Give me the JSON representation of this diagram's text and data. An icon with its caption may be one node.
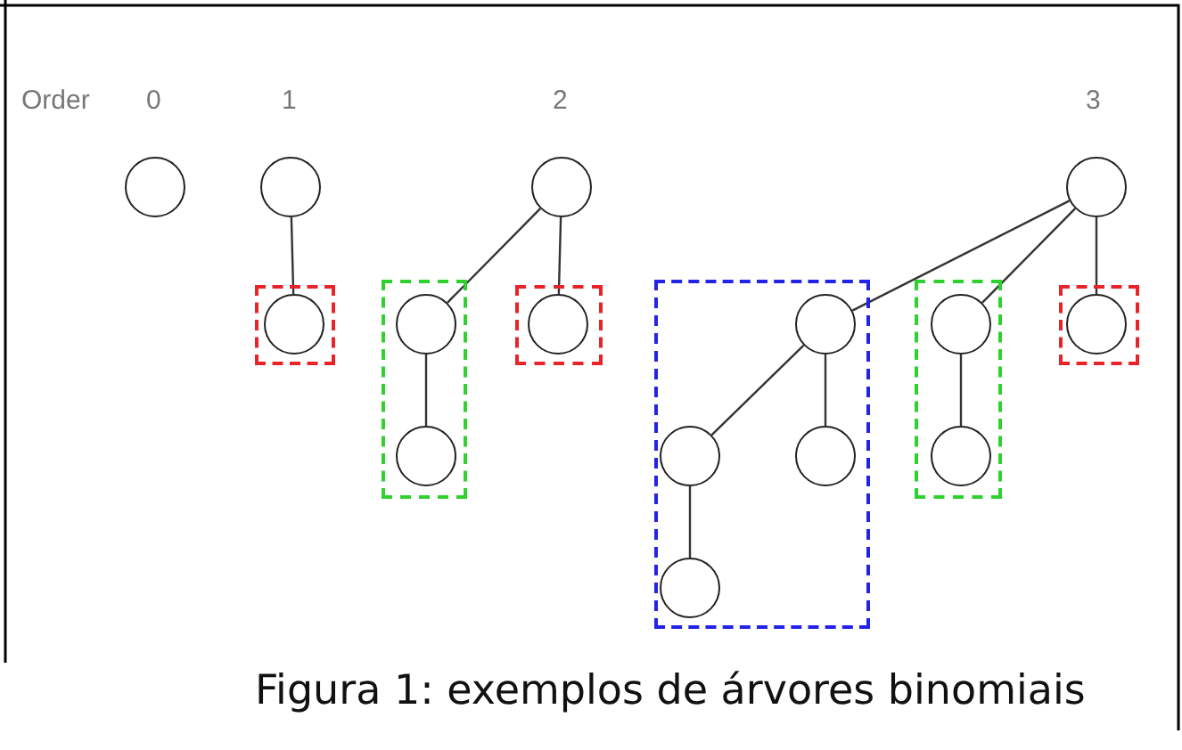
{
  "diagram": {
    "caption": "Figura 1: exemplos de árvores binomiais",
    "nodes": [
      {
        "text": [],
        "shape": "circle"
      },
      {
        "text": [],
        "shape": "circle"
      },
      {
        "text": [],
        "shape": "box"
      },
      {
        "text": [],
        "shape": "circle",
        "in": 2
      },
      {
        "text": [],
        "shape": "circle"
      },
      {
        "text": [],
        "shape": "box"
      },
      {
        "text": [],
        "shape": "circle",
        "in": 5
      },
      {
        "text": [],
        "shape": "circle",
        "in": 5
      },
      {
        "text": [],
        "shape": "box"
      },
      {
        "text": [],
        "shape": "circle",
        "in": 8
      },
      {
        "text": [],
        "shape": "circle"
      },
      {
        "text": [],
        "shape": "box"
      },
      {
        "text": [],
        "shape": "circle",
        "in": 11
      },
      {
        "text": [],
        "shape": "circle",
        "in": 11
      },
      {
        "text": [],
        "shape": "circle",
        "in": 11
      },
      {
        "text": [],
        "shape": "circle",
        "in": 11
      },
      {
        "text": [],
        "shape": "box"
      },
      {
        "text": [],
        "shape": "circle",
        "in": 16
      },
      {
        "text": [],
        "shape": "circle",
        "in": 16
      },
      {
        "text": [],
        "shape": "box"
      },
      {
        "text": [],
        "shape": "circle",
        "in": 19
      }
    ],
    "edges": [
      {
        "from": 1,
        "to": 3,
        "arrow": "none"
      },
      {
        "from": 4,
        "to": 6,
        "arrow": "none"
      },
      {
        "from": 6,
        "to": 7,
        "arrow": "none"
      },
      {
        "from": 4,
        "to": 9,
        "arrow": "none"
      },
      {
        "from": 10,
        "to": 12,
        "arrow": "none"
      },
      {
        "from": 12,
        "to": 13,
        "arrow": "none"
      },
      {
        "from": 12,
        "to": 14,
        "arrow": "none"
      },
      {
        "from": 13,
        "to": 15,
        "arrow": "none"
      },
      {
        "from": 10,
        "to": 17,
        "arrow": "none"
      },
      {
        "from": 17,
        "to": 18,
        "arrow": "none"
      },
      {
        "from": 10,
        "to": 20,
        "arrow": "none"
      }
    ],
    "labels": [
      "Order",
      "0",
      "1",
      "2",
      "3"
    ]
  }
}
